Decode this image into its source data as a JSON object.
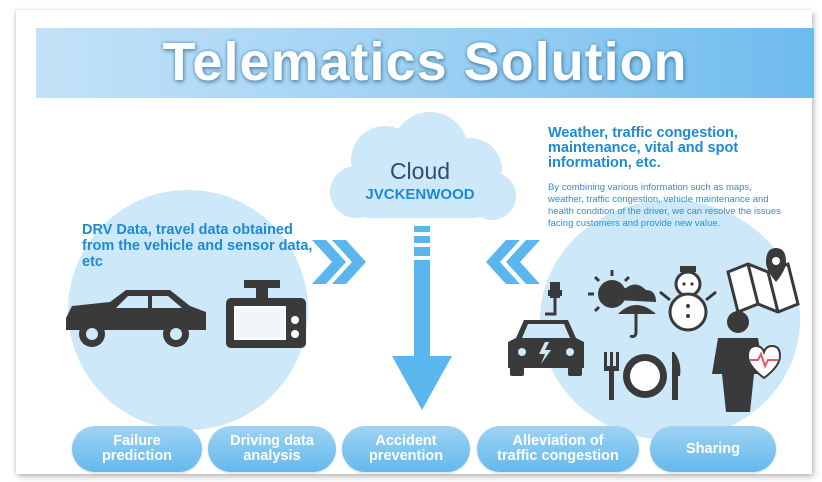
{
  "title": "Telematics Solution",
  "cloud": {
    "label": "Cloud",
    "brand": "JVCKENWOOD"
  },
  "left_panel": {
    "text": "DRV Data, travel data obtained from the vehicle and sensor data, etc",
    "icons": [
      "car-icon",
      "dashcam-icon"
    ]
  },
  "right_panel": {
    "heading": "Weather, traffic congestion, maintenance, vital and spot information, etc.",
    "body": "By combining various information such as maps, weather, traffic congestion, vehicle maintenance and health condition of the driver, we can resolve the issues facing customers and provide new value.",
    "icons": [
      "electric-car-icon",
      "weather-icon",
      "snowman-icon",
      "map-icon",
      "dining-icon",
      "person-health-icon"
    ]
  },
  "outcomes": [
    "Failure\nprediction",
    "Driving data\nanalysis",
    "Accident\nprevention",
    "Alleviation of\ntraffic congestion",
    "Sharing"
  ],
  "colors": {
    "accent_blue": "#1c8ad6",
    "light_blue": "#cde8f9",
    "arrow_blue": "#5cb6ee",
    "icon_dark": "#3a3a3a"
  }
}
